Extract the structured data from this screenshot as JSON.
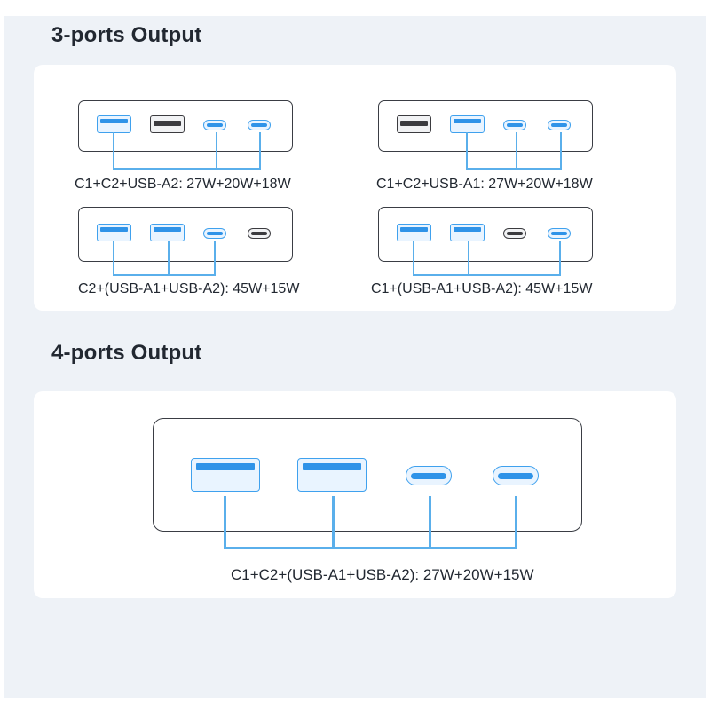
{
  "sections": {
    "three_ports": {
      "title": "3-ports Output",
      "configs": [
        {
          "caption": "C1+C2+USB-A2: 27W+20W+18W"
        },
        {
          "caption": "C1+C2+USB-A1: 27W+20W+18W"
        },
        {
          "caption": "C2+(USB-A1+USB-A2): 45W+15W"
        },
        {
          "caption": "C1+(USB-A1+USB-A2): 45W+15W"
        }
      ]
    },
    "four_ports": {
      "title": "4-ports Output",
      "configs": [
        {
          "caption": "C1+C2+(USB-A1+USB-A2): 27W+20W+15W"
        }
      ]
    }
  },
  "colors": {
    "active_port": "#2f93e8",
    "inactive_port": "#3b3b3f",
    "wire": "#5aafeb",
    "background": "#eef2f7",
    "panel": "#ffffff",
    "text": "#222831"
  }
}
